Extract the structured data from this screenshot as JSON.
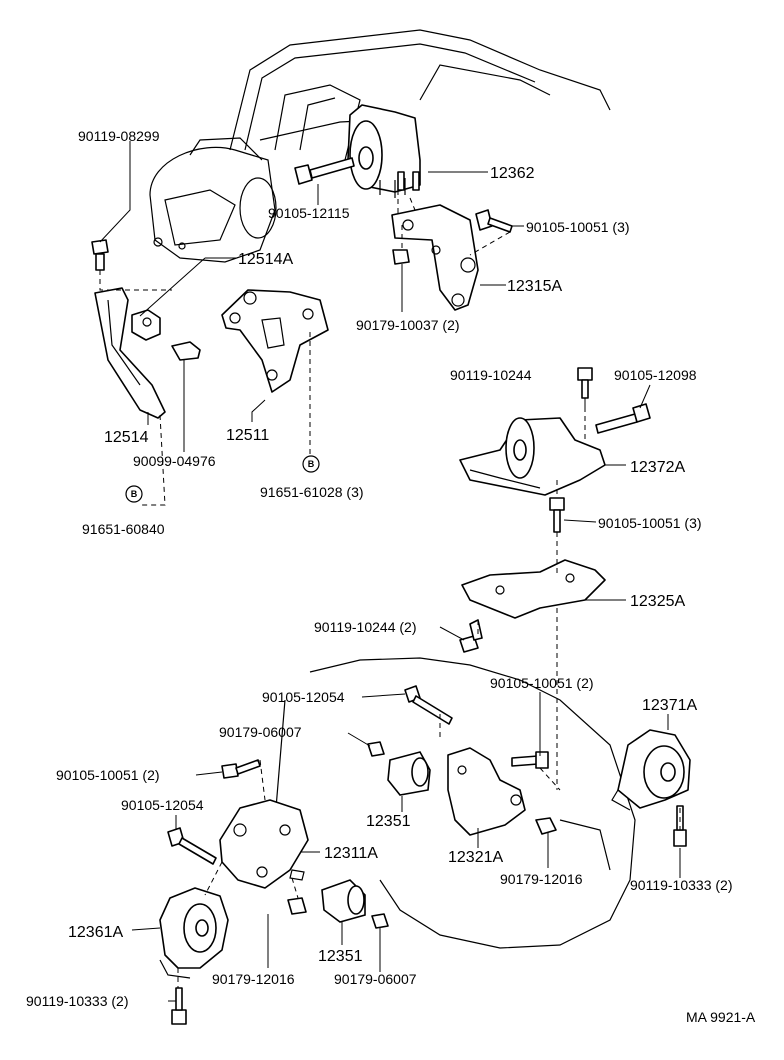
{
  "figure_code": "MA 9921-A",
  "labels": {
    "p90119_08299": "90119-08299",
    "p12362": "12362",
    "p90105_12115": "90105-12115",
    "p90105_10051_3a": "90105-10051 (3)",
    "p12514A": "12514A",
    "p12315A": "12315A",
    "p90179_10037_2": "90179-10037 (2)",
    "p12514": "12514",
    "p12511": "12511",
    "p90099_04976": "90099-04976",
    "p91651_61028_3": "91651-61028 (3)",
    "p91651_60840": "91651-60840",
    "p90119_10244": "90119-10244",
    "p90105_12098": "90105-12098",
    "p12372A": "12372A",
    "p90105_10051_3b": "90105-10051 (3)",
    "p12325A": "12325A",
    "p90119_10244_2": "90119-10244 (2)",
    "p90105_12054a": "90105-12054",
    "p90105_10051_2a": "90105-10051 (2)",
    "p12371A": "12371A",
    "p90179_06007a": "90179-06007",
    "p90105_10051_2b": "90105-10051 (2)",
    "p12351a": "12351",
    "p90105_12054b": "90105-12054",
    "p12311A": "12311A",
    "p12321A": "12321A",
    "p90179_12016a": "90179-12016",
    "p90119_10333_2a": "90119-10333 (2)",
    "p12361A": "12361A",
    "p12351b": "12351",
    "p90179_12016b": "90179-12016",
    "p90179_06007b": "90179-06007",
    "p90119_10333_2b": "90119-10333 (2)"
  },
  "markers": {
    "b1": "B",
    "b2": "B"
  }
}
